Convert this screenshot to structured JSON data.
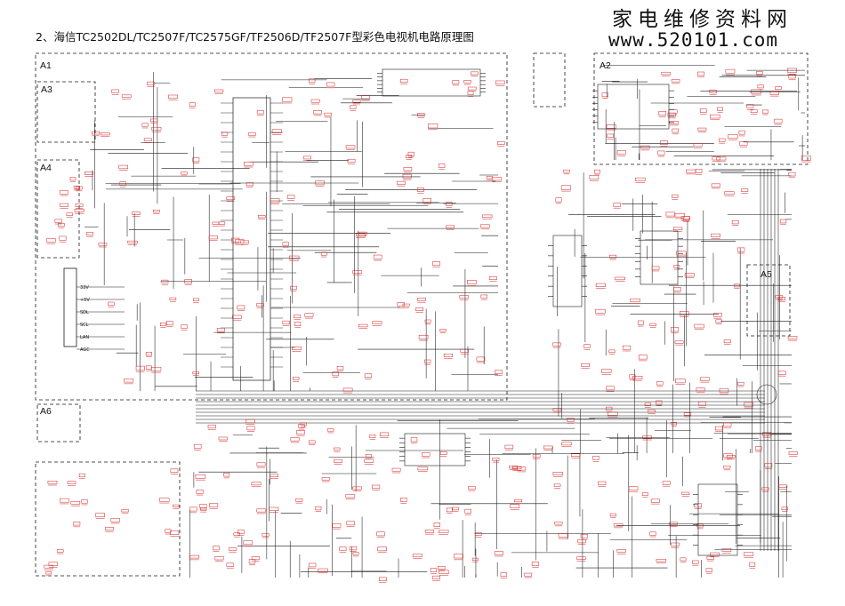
{
  "header": {
    "title": "2、海信TC2502DL/TC2507F/TC2575GF/TF2506D/TF2507F型彩色电视机电路原理图",
    "brand_cn": "家电维修资料网",
    "brand_url": "www.520101.com"
  },
  "blocks": [
    {
      "id": "A1",
      "label": "A1"
    },
    {
      "id": "A2",
      "label": "A2"
    },
    {
      "id": "A3",
      "label": "A3"
    },
    {
      "id": "A4",
      "label": "A4"
    },
    {
      "id": "A5",
      "label": "A5"
    },
    {
      "id": "A6",
      "label": "A6"
    }
  ],
  "connector_pins": [
    "33V",
    "+5V",
    "SDL",
    "SCL",
    "LAN",
    "AGC"
  ],
  "colors": {
    "wire": "#1a1a1a",
    "component": "#d02020",
    "background": "#ffffff"
  }
}
